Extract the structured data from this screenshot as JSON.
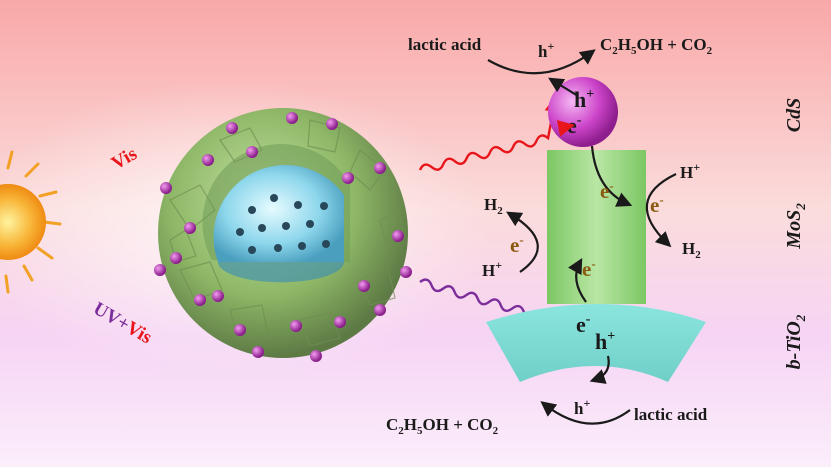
{
  "labels": {
    "vis": "Vis",
    "uv_vis_uv": "UV",
    "uv_vis_plus": "+",
    "uv_vis_vis": "Vis",
    "cds": "CdS",
    "mos2_base": "MoS",
    "mos2_sub": "2",
    "btio2_base": "b-TiO",
    "btio2_sub": "2"
  },
  "top_reaction": {
    "reactant": "lactic acid",
    "hole": "h",
    "hole_sup": "+",
    "product_c": "C",
    "product_c_sub": "2",
    "product_h": "H",
    "product_h_sub": "5",
    "product_oh": "OH + CO",
    "product_co_sub": "2"
  },
  "bottom_reaction": {
    "reactant": "lactic acid",
    "hole": "h",
    "hole_sup": "+",
    "product_c": "C",
    "product_c_sub": "2",
    "product_h": "H",
    "product_h_sub": "5",
    "product_oh": "OH + CO",
    "product_co_sub": "2"
  },
  "cds_particle": {
    "hole": "h",
    "hole_sup": "+",
    "electron": "e",
    "electron_sup": "-"
  },
  "mos2_charges": {
    "e_top": "e",
    "e_top_sup": "-",
    "e_left": "e",
    "e_left_sup": "-",
    "e_mid": "e",
    "e_mid_sup": "-",
    "e_right": "e",
    "e_right_sup": "-"
  },
  "hydrogen": {
    "left_h2": "H",
    "left_h2_sub": "2",
    "left_hplus": "H",
    "left_hplus_sup": "+",
    "right_hplus": "H",
    "right_hplus_sup": "+",
    "right_h2": "H",
    "right_h2_sub": "2"
  },
  "tio2_charges": {
    "electron": "e",
    "electron_sup": "-",
    "hole": "h",
    "hole_sup": "+"
  },
  "colors": {
    "vis_light": "#e8151b",
    "uv_light": "#7b2d9b",
    "cds": "#c23bc4",
    "mos2": "#86cf6e",
    "tio2": "#7fded6",
    "sun": "#f5a623",
    "shell": "#8fbf6a",
    "electron_text": "#8a5a10"
  }
}
